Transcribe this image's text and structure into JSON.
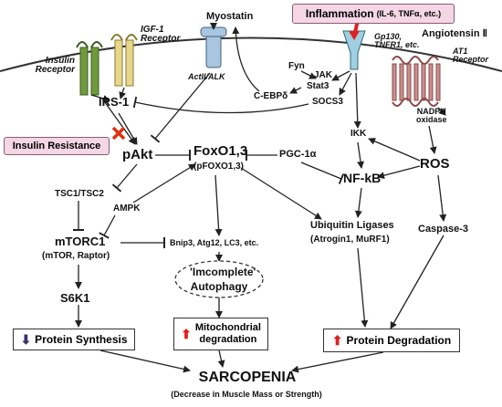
{
  "labels": {
    "insulin_receptor": "Insulin\nReceptor",
    "igf1_receptor": "IGF-1\nReceptor",
    "myostatin": "Myostatin",
    "inflammation": "Inflammation",
    "inflammation_sub": "(IL-6, TNFα, etc.)",
    "gp130": "Gp130,\nTNFR1, etc.",
    "angiotensin": "Angiotensin Ⅱ",
    "at1_receptor": "AT1\nReceptor",
    "actii_alk": "ActII/ALK",
    "fyn": "Fyn",
    "jak": "JAK",
    "stat3": "Stat3",
    "cebpd": "C-EBPδ",
    "irs1": "IRS-1",
    "socs3": "SOCS3",
    "nadph": "NADPH\noxidase",
    "insulin_resistance": "Insulin Resistance",
    "pakt": "pAkt",
    "foxo": "FoxO1,3",
    "pfoxo": "(pFOXO1,3)",
    "pgc": "PGC-1α",
    "ikk": "IKK",
    "nfkb": "NF-kB",
    "ros": "ROS",
    "tsc": "TSC1/TSC2",
    "ampk": "AMPK",
    "mtorc1": "mTORC1",
    "mtor_sub": "(mTOR, Raptor)",
    "bnip3": "Bnip3, Atg12, LC3, etc.",
    "ubiquitin": "Ubiquitin Ligases",
    "ubiquitin_sub": "(Atrogin1, MuRF1)",
    "caspase": "Caspase-3",
    "incomplete": "'Imcomplete'",
    "autophagy": "Autophagy",
    "s6k1": "S6K1",
    "protein_synthesis": "Protein Synthesis",
    "mito_1": "Mitochondrial",
    "mito_2": "degradation",
    "protein_degradation": "Protein Degradation",
    "sarcopenia": "SARCOPENIA",
    "sarcopenia_sub": "(Decrease in Muscle Mass or Strength)"
  },
  "colors": {
    "pink_box": "#f4d6e4",
    "up_arrow": "#e02020",
    "down_arrow": "#3a2f6e",
    "block_x": "#e03010",
    "insulin_receptor": "#6f9a3c",
    "igf1_receptor": "#e8d68a",
    "actii": "#a9c6e0",
    "gp130": "#9fcfe0",
    "at1": "#c98f8f"
  },
  "icons": {
    "up": "up-arrow-icon",
    "down": "down-arrow-icon",
    "block": "x-mark-icon"
  }
}
